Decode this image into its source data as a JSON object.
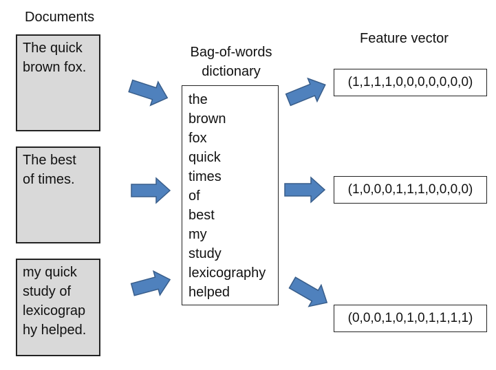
{
  "headings": {
    "documents": "Documents",
    "dictionary": [
      "Bag-of-words",
      "dictionary"
    ],
    "feature_vector": "Feature vector"
  },
  "documents": [
    [
      "The quick",
      "brown fox."
    ],
    [
      "The best",
      "of times."
    ],
    [
      "my quick",
      "study of",
      "lexicograp",
      "hy helped."
    ]
  ],
  "dictionary": [
    "the",
    "brown",
    "fox",
    "quick",
    "times",
    "of",
    "best",
    "my",
    "study",
    "lexicography",
    "helped"
  ],
  "vectors": [
    "(1,1,1,1,0,0,0,0,0,0,0)",
    "(1,0,0,0,1,1,1,0,0,0,0)",
    "(0,0,0,1,0,1,0,1,1,1,1)"
  ],
  "colors": {
    "arrow_fill": "#4f81bd",
    "arrow_stroke": "#385d8a",
    "doc_fill": "#d9d9d9"
  }
}
